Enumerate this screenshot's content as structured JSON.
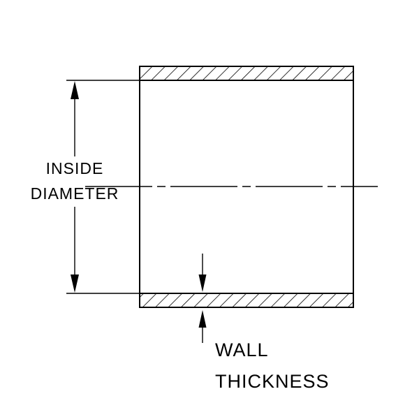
{
  "labels": {
    "inside_diameter": {
      "line1": "INSIDE",
      "line2": "DIAMETER"
    },
    "wall_thickness": {
      "line1": "WALL",
      "line2": "THICKNESS"
    }
  },
  "colors": {
    "line": "#000000",
    "background": "#ffffff"
  }
}
